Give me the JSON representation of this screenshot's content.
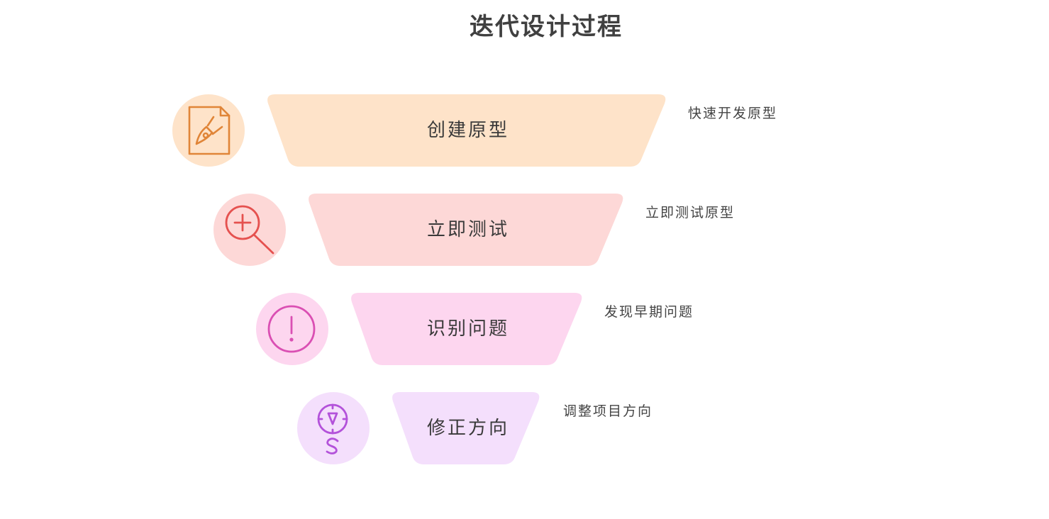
{
  "title": "迭代设计过程",
  "steps": [
    {
      "label": "创建原型",
      "caption": "快速开发原型",
      "icon": "pen-document-icon",
      "fill": "#FEE3C9",
      "accent": "#E08538"
    },
    {
      "label": "立即测试",
      "caption": "立即测试原型",
      "icon": "zoom-in-icon",
      "fill": "#FDD8D7",
      "accent": "#E5514F"
    },
    {
      "label": "识别问题",
      "caption": "发现早期问题",
      "icon": "exclamation-circle-icon",
      "fill": "#FDD6EF",
      "accent": "#DA4FB3"
    },
    {
      "label": "修正方向",
      "caption": "调整项目方向",
      "icon": "compass-icon",
      "fill": "#F4DFFC",
      "accent": "#B352DA"
    }
  ]
}
